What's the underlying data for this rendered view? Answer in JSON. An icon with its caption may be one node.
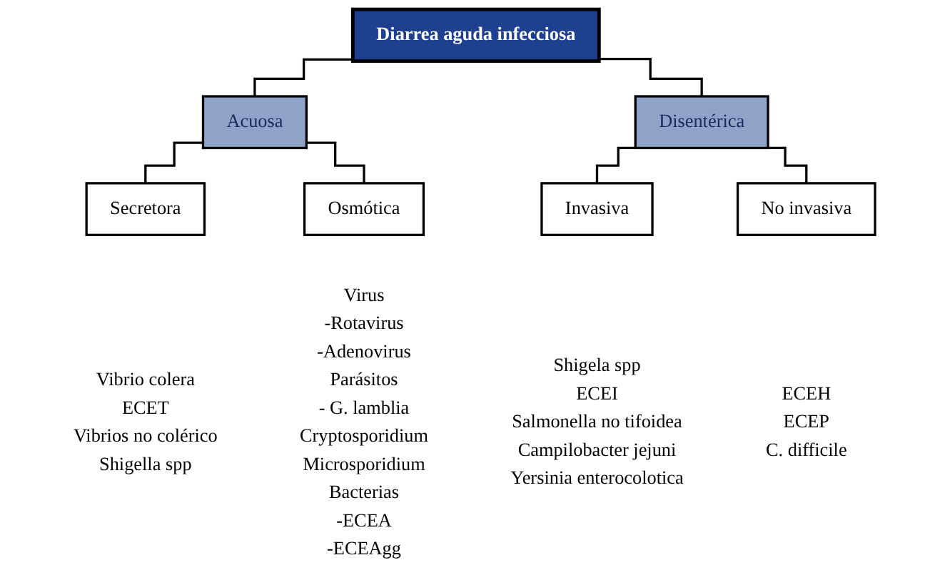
{
  "diagram": {
    "nodes": [
      {
        "text": [
          "Diarrea aguda infecciosa"
        ]
      },
      {
        "text": [
          "Acuosa"
        ]
      },
      {
        "text": [
          "Disentérica"
        ]
      },
      {
        "text": [
          "Secretora"
        ],
        "beside": [
          "Vibrio colera",
          "ECET",
          "Vibrios no colérico",
          "Shigella spp"
        ]
      },
      {
        "text": [
          "Osmótica"
        ],
        "beside": [
          "Virus",
          "-Rotavirus",
          "-Adenovirus",
          "Parásitos",
          "- G. lamblia",
          "Cryptosporidium",
          "Microsporidium",
          "Bacterias",
          "-ECEA",
          "-ECEAgg"
        ]
      },
      {
        "text": [
          "Invasiva"
        ],
        "beside": [
          "Shigela spp",
          "ECEI",
          "Salmonella no tifoidea",
          "Campilobacter jejuni",
          "Yersinia enterocolotica"
        ]
      },
      {
        "text": [
          "No invasiva"
        ],
        "beside": [
          "ECEH",
          "ECEP",
          "C. difficile"
        ]
      }
    ],
    "edges": [
      {
        "from": 0,
        "to": 1,
        "arrow": "none"
      },
      {
        "from": 0,
        "to": 2,
        "arrow": "none"
      },
      {
        "from": 1,
        "to": 3,
        "arrow": "none"
      },
      {
        "from": 1,
        "to": 4,
        "arrow": "none"
      },
      {
        "from": 2,
        "to": 5,
        "arrow": "none"
      },
      {
        "from": 2,
        "to": 6,
        "arrow": "none"
      }
    ]
  }
}
